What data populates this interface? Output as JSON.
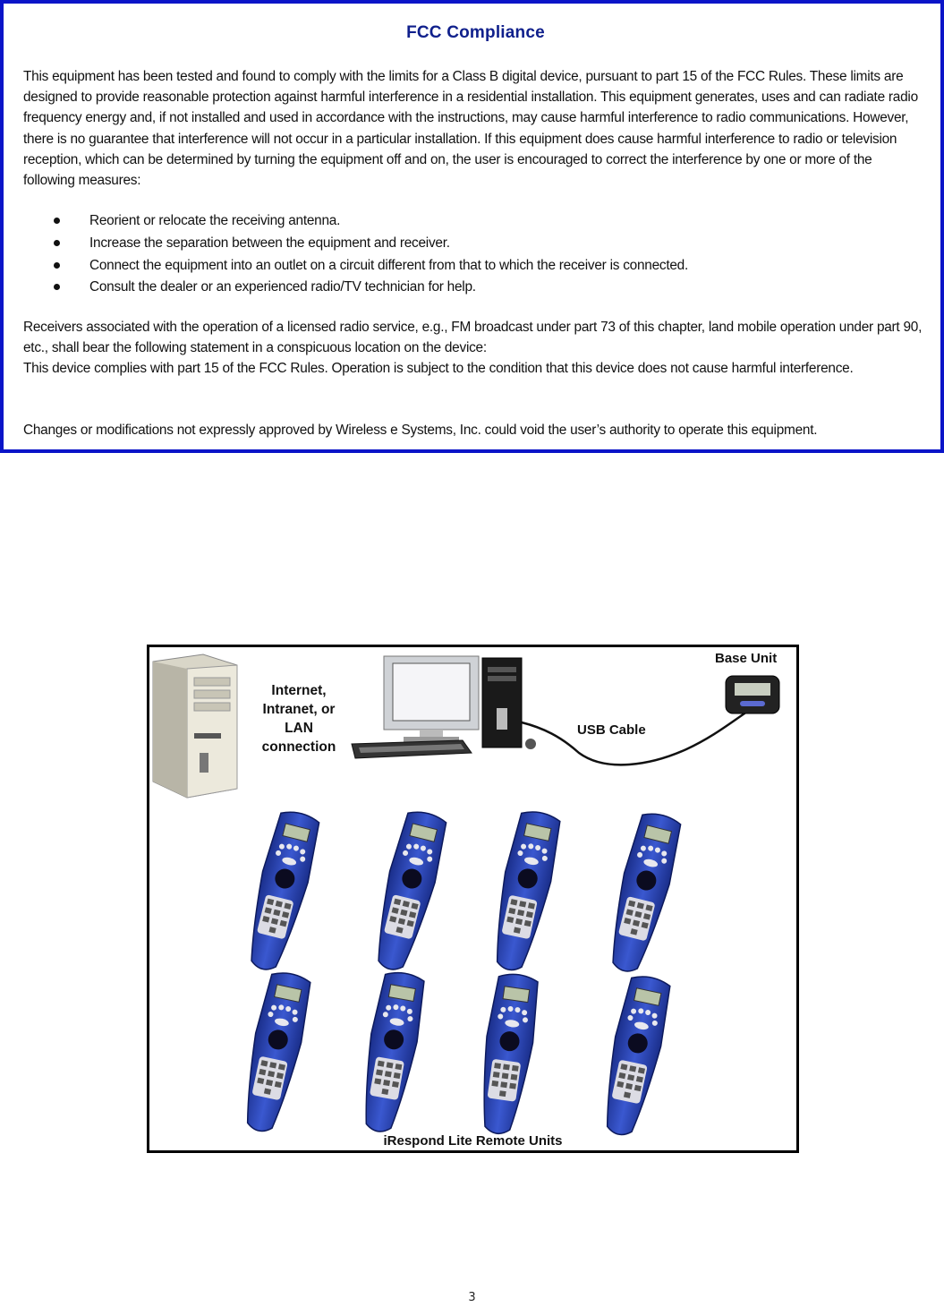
{
  "fcc": {
    "title": "FCC Compliance",
    "paragraph1": "This equipment has been tested and found to comply with the limits for a Class B digital device, pursuant to part 15 of the FCC Rules. These limits are designed to provide reasonable protection against harmful interference in a residential installation. This equipment generates, uses and can radiate radio frequency energy and, if not installed and used in accordance with the instructions, may cause harmful interference to radio communications. However, there is no guarantee that interference will not occur in a particular installation. If this equipment does cause harmful interference to radio or television reception, which can be determined by turning the equipment off and on, the user is encouraged to correct the interference by one or more of the following measures:",
    "bullets": [
      "Reorient or relocate the receiving antenna.",
      "Increase the separation between the equipment and receiver.",
      "Connect the equipment into an outlet on a circuit different from that to which the receiver is connected.",
      "Consult the dealer or an experienced radio/TV technician for help."
    ],
    "paragraph2a": "Receivers associated with the operation of a licensed radio service, e.g., FM broadcast under part 73 of this chapter, land mobile operation under part 90, etc., shall bear the following statement in a conspicuous location on the device:",
    "paragraph2b": "This device complies with part 15 of the FCC Rules. Operation is subject to the condition that this device does not cause harmful interference.",
    "paragraph3": "Changes or modifications not expressly approved by Wireless e Systems, Inc. could void the user’s authority to operate this equipment."
  },
  "diagram": {
    "base_unit_label": "Base Unit",
    "usb_cable_label": "USB Cable",
    "network_label_lines": [
      "Internet,",
      "Intranet, or",
      "LAN",
      "connection"
    ],
    "remotes_label": "iRespond Lite Remote Units"
  },
  "page_number": "3",
  "colors": {
    "border": "#0a14c8",
    "title": "#10208c",
    "remote_blue": "#2a44b8"
  }
}
